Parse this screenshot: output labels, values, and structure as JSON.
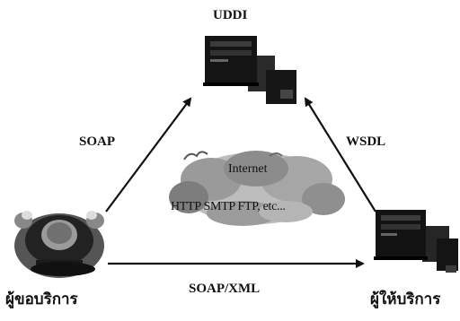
{
  "nodes": {
    "registry": {
      "label": "UDDI",
      "icon": "server-icon"
    },
    "requester": {
      "label": "ผู้ขอบริการ",
      "icon": "person-at-computer-icon"
    },
    "provider": {
      "label": "ผู้ให้บริการ",
      "icon": "server-icon"
    }
  },
  "cloud": {
    "title": "Internet",
    "protocols": "HTTP SMTP FTP, etc..."
  },
  "edges": {
    "requester_to_registry": "SOAP",
    "provider_to_registry": "WSDL",
    "requester_to_provider": "SOAP/XML"
  },
  "colors": {
    "ink": "#111111",
    "server_body": "#1c1c1c",
    "cloud_gray": "#8a8a8a"
  }
}
